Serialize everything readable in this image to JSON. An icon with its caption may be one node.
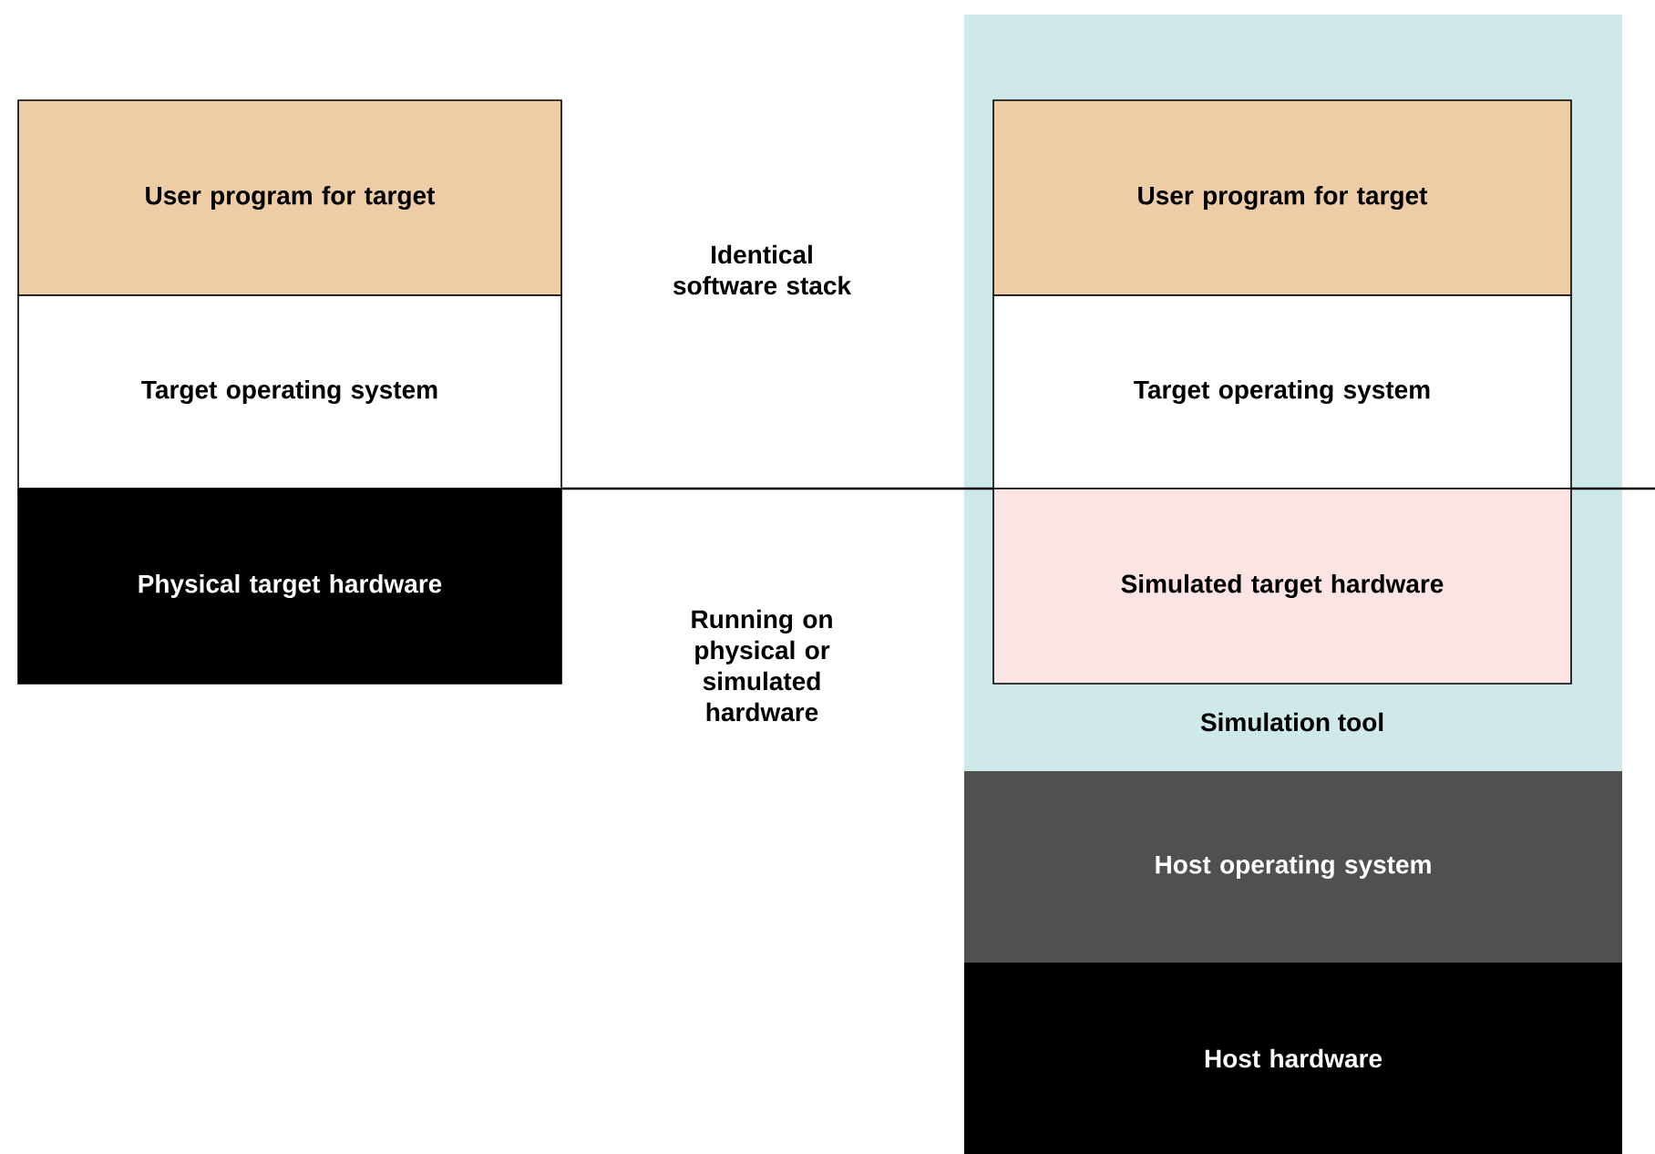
{
  "diagram": {
    "nodes": [
      {
        "text": [
          "User program for target"
        ]
      },
      {
        "text": [
          "Target operating system"
        ]
      },
      {
        "text": [
          "Physical target hardware"
        ]
      },
      {
        "text": [
          "Simulation tool"
        ]
      },
      {
        "text": [
          "User program for target"
        ],
        "in": 3
      },
      {
        "text": [
          "Target operating system"
        ],
        "in": 3
      },
      {
        "text": [
          "Simulated target hardware"
        ],
        "in": 3
      },
      {
        "text": [
          "Host operating system"
        ]
      },
      {
        "text": [
          "Host hardware"
        ]
      }
    ],
    "labels": [
      "Identical software stack",
      "Running on physical or simulated hardware"
    ]
  }
}
